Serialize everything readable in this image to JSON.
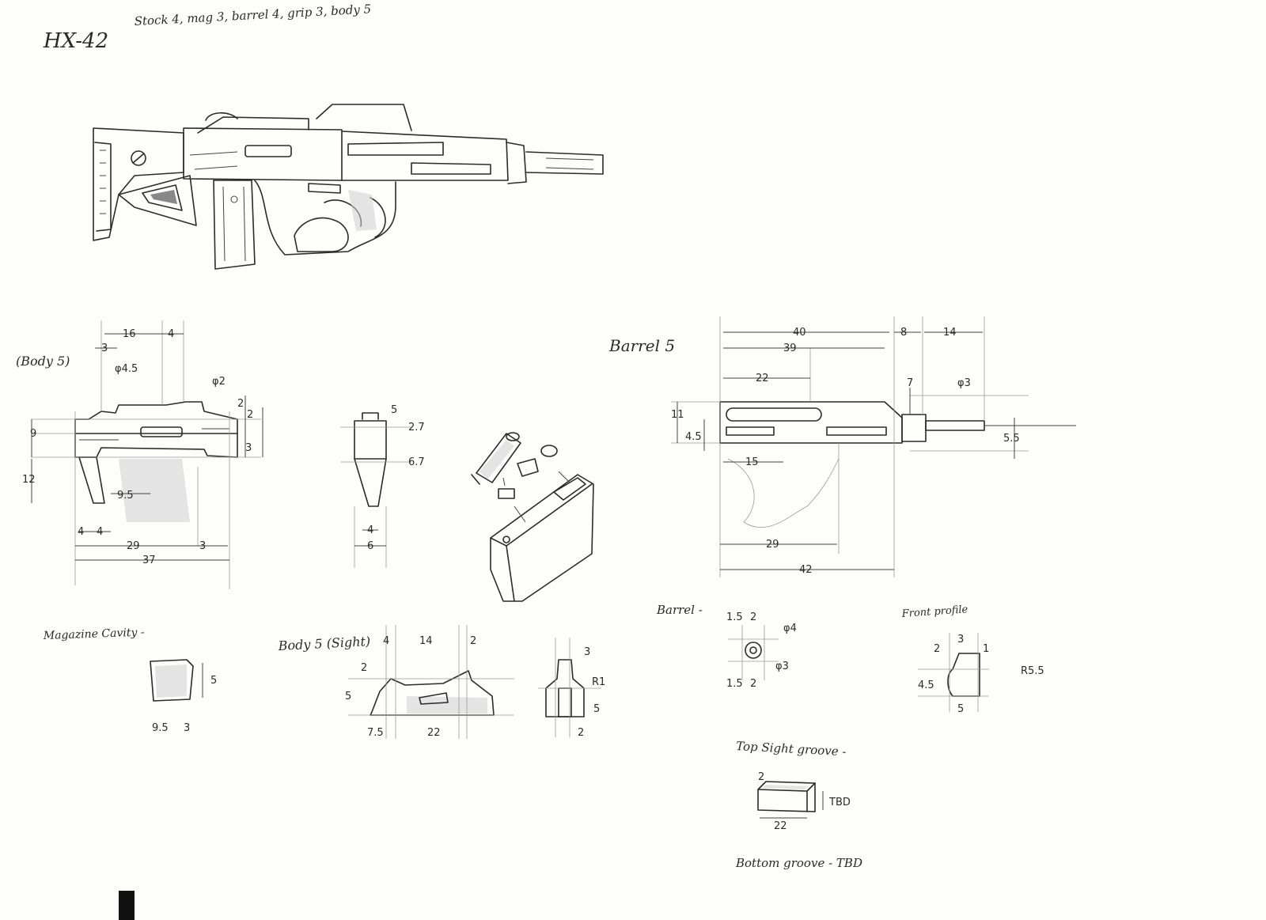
{
  "header": {
    "title": "HX-42",
    "parts_note": "Stock 4, mag 3, barrel 4, grip 3, body 5"
  },
  "views": {
    "body5": {
      "label": "(Body 5)",
      "dims": [
        "16",
        "4",
        "3",
        "φ4.5",
        "φ2",
        "2",
        "2",
        "9",
        "3",
        "12",
        "9.5",
        "4",
        "4",
        "29",
        "3",
        "37"
      ]
    },
    "end_view": {
      "dims": [
        "5",
        "2.7",
        "6.7",
        "4",
        "6"
      ]
    },
    "barrel5": {
      "label": "Barrel 5",
      "dims": [
        "40",
        "8",
        "14",
        "39",
        "22",
        "7",
        "φ3",
        "11",
        "4.5",
        "5.5",
        "15",
        "29",
        "42"
      ]
    },
    "barrel_section": {
      "label": "Barrel -",
      "dims": [
        "1.5",
        "2",
        "φ4",
        "φ3",
        "1.5",
        "2"
      ]
    },
    "front_profile": {
      "label": "Front profile",
      "dims": [
        "2",
        "3",
        "1",
        "4.5",
        "R5.5",
        "5"
      ]
    },
    "magazine_cavity": {
      "label": "Magazine Cavity -",
      "dims": [
        "5",
        "9.5",
        "3"
      ]
    },
    "body5_sight": {
      "label": "Body 5 (Sight)",
      "dims": [
        "4",
        "14",
        "2",
        "2",
        "5",
        "7.5",
        "22"
      ]
    },
    "sight_end": {
      "dims": [
        "3",
        "R1",
        "5",
        "2"
      ]
    },
    "top_sight_groove": {
      "label": "Top Sight groove -",
      "dims": [
        "2",
        "TBD",
        "22"
      ]
    },
    "bottom_groove": {
      "label": "Bottom groove - TBD"
    }
  }
}
